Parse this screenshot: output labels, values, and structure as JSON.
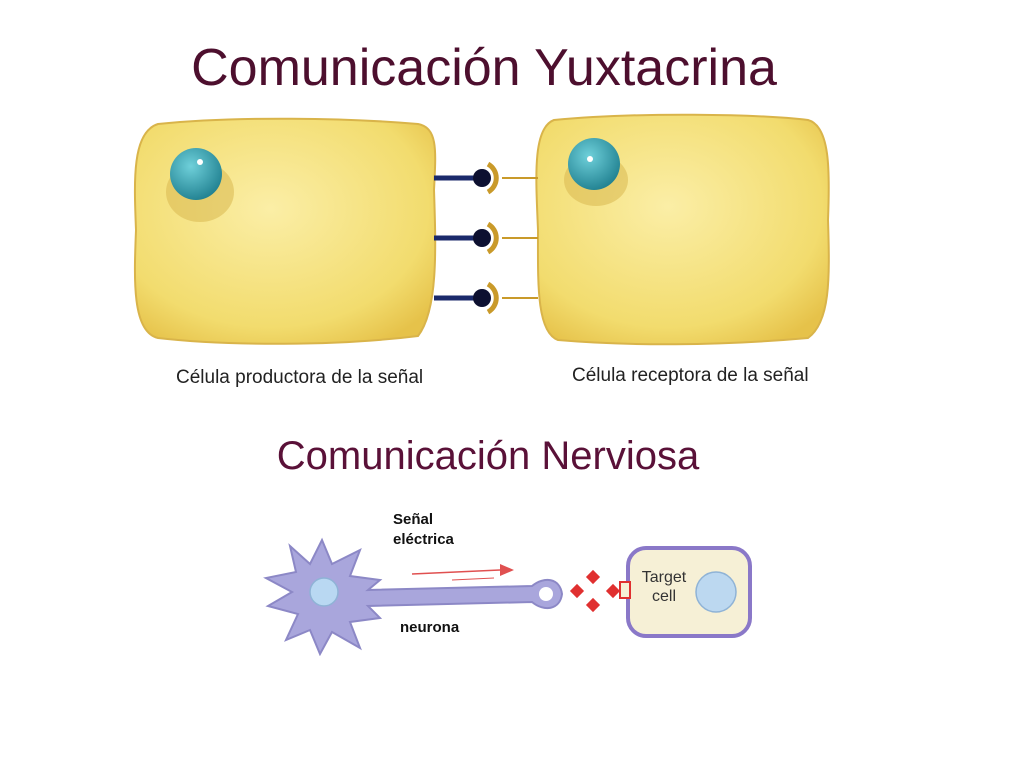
{
  "slide": {
    "title": "Comunicación Yuxtacrina",
    "section_title": "Comunicación Nerviosa"
  },
  "juxtacrine": {
    "producer_caption": "Célula productora de la señal",
    "receptor_caption": "Célula receptora de la señal",
    "cell_color": "#f5e07a",
    "nucleus_color": "#2f9aa8",
    "connector_color": "#1b2a6b"
  },
  "nervous": {
    "signal_label_line1": "Señal",
    "signal_label_line2": "eléctrica",
    "neuron_label": "neurona",
    "target_line1": "Target",
    "target_line2": "cell",
    "neuron_color": "#a9a6dc",
    "target_border": "#8a78c8",
    "target_fill": "#f6f0d6",
    "messenger_color": "#e03030"
  }
}
